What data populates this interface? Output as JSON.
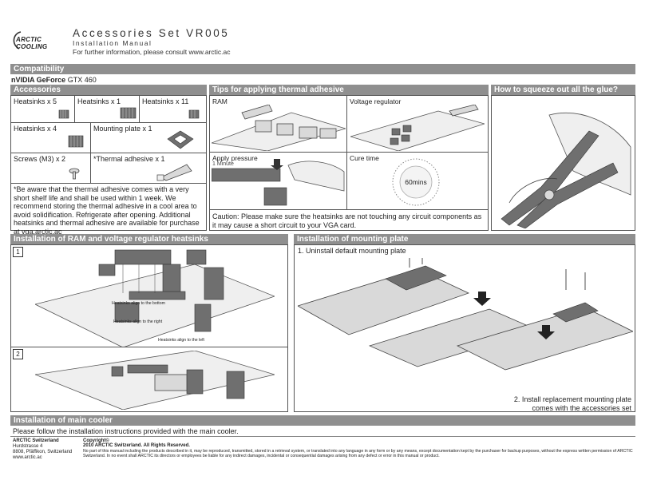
{
  "header": {
    "logo_text": "ARCTIC COOLING",
    "title": "Accessories Set VR005",
    "subtitle": "Installation Manual",
    "info": "For further information, please consult www.arctic.ac"
  },
  "compatibility": {
    "heading": "Compatibility",
    "brand": "nVIDIA GeForce",
    "model": "GTX 460"
  },
  "accessories": {
    "heading": "Accessories",
    "items": [
      "Heatsinks x 5",
      "Heatsinks x 1",
      "Heatsinks x 11",
      "Heatsinks x 4",
      "Mounting plate x 1",
      "Screws (M3) x 2",
      "*Thermal adhesive x 1"
    ],
    "note": "*Be aware that the thermal adhesive comes with a very short shelf life and shall be used within 1 week. We recommend storing the thermal adhesive in a cool area to avoid solidification. Refrigerate after opening. Additional heatsinks and thermal adhesive are available for purchase at vga.arctic.ac"
  },
  "tips": {
    "heading": "Tips for applying thermal adhesive",
    "ram_label": "RAM",
    "vr_label": "Voltage regulator",
    "pressure_label": "Apply pressure",
    "pressure_sub": "1 Minute",
    "cure_label": "Cure time",
    "cure_value": "60mins",
    "caution": "Caution: Please make sure the heatsinks are not touching any circuit components as it may cause a short circuit to your VGA card."
  },
  "squeeze": {
    "heading": "How to squeeze out all the glue?"
  },
  "ram_install": {
    "heading": "Installation of RAM and voltage regulator heatsinks",
    "step1": "1",
    "step2": "2",
    "note_bottom": "Heatsinks align to the bottom",
    "note_right": "Heatsinks align to the right",
    "note_left": "Heatsinks align to the left"
  },
  "mounting": {
    "heading": "Installation of mounting plate",
    "step1": "1. Uninstall default mounting plate",
    "step2_line1": "2. Install replacement mounting plate",
    "step2_line2": "comes with the accessories set"
  },
  "main_cooler": {
    "heading": "Installation of main cooler",
    "text": "Please follow the installation instructions provided with the main cooler."
  },
  "footer": {
    "company": "ARCTIC Switzerland",
    "address1": "Hurdstrasse 4",
    "address2": "8808, Pfäffikon, Switzerland",
    "web": "www.arctic.ac",
    "copyright_label": "Copyright©",
    "copyright_line": "2010 ARCTIC Switzerland. All Rights Reserved.",
    "legal": "No part of this manual including the products described in it, may be reproduced, transmitted, stored in a retrieval system, or translated into any language in any form or by any means, except documentation kept by the purchaser for backup purposes, without the express written permission of ARCTIC Switzerland. In no event shall ARCTIC its directors or employees be liable for any indirect damages, incidental or consequential damages arising from any defect or error in this manual or product."
  },
  "colors": {
    "bar": "#8f8f8f",
    "border": "#555555"
  }
}
